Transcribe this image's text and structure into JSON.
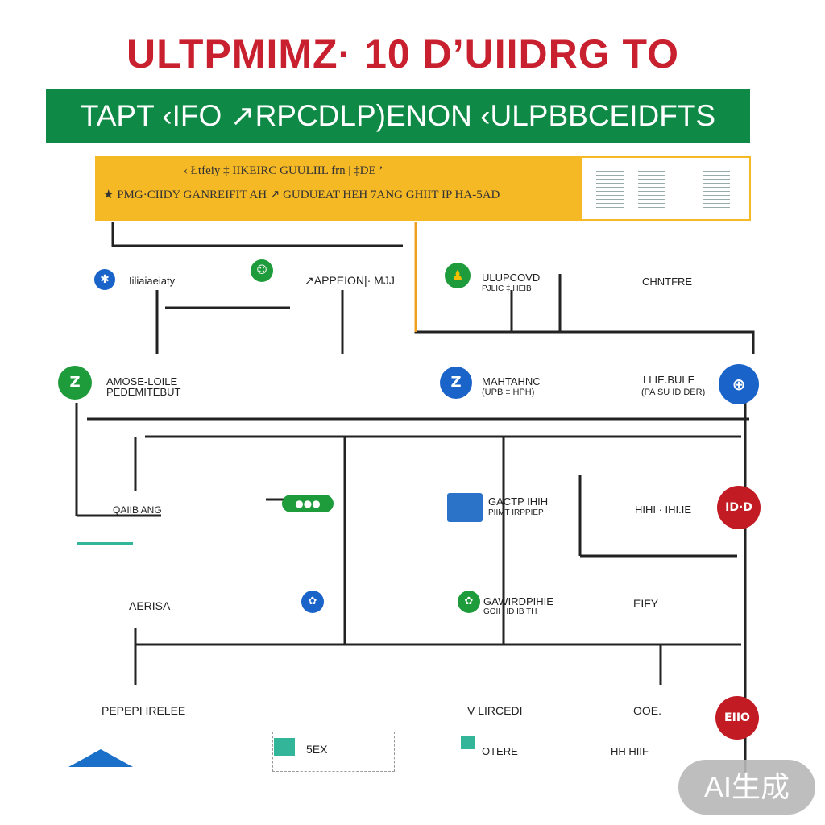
{
  "header": {
    "title": "ULTPMIMZ· 10 D’UIIDRG TO",
    "subtitle": "TAPT ‹IFO ↗RPCDLP)ENON ‹ULPBBCEIDFTS"
  },
  "banner": {
    "line1": "‹ Łtfeiy ‡ IIKEIRC GUULIIL frn | ‡DE ’",
    "line2": "★ PMG·CIIDY GANREIFIT AH ↗ GUDUEAT HEH 7ANG GHIIT IP HA-5AD"
  },
  "nodes": [
    {
      "id": "n1",
      "label": "Iiliaiaeiaty"
    },
    {
      "id": "n2",
      "label": "↗APPEION|· MJJ"
    },
    {
      "id": "n3",
      "label": "ULUPCOVD",
      "sub": "PJLIC ‡ HEIB"
    },
    {
      "id": "n4",
      "label": "CHNTFRE"
    },
    {
      "id": "n5",
      "label": "AMOSE-LOILE",
      "sub": "PEDEMITEBUT"
    },
    {
      "id": "n6",
      "label": "MAHTAHNC",
      "sub": "(UPB ‡ HPH)"
    },
    {
      "id": "n7",
      "label": "LLIE.BULE",
      "sub": "(PA SU ID DER)"
    },
    {
      "id": "n8",
      "label": "QAIIB ANG"
    },
    {
      "id": "n9",
      "label": "GACTP IHIH",
      "sub": "PIIMT IRPPIEP"
    },
    {
      "id": "n10",
      "label": "HIHI · IHI.IE"
    },
    {
      "id": "n11",
      "label": "AERISA"
    },
    {
      "id": "n12",
      "label": "GAWIRDPIHIE",
      "sub": "GOIH ID IB TH"
    },
    {
      "id": "n13",
      "label": "EIFY"
    },
    {
      "id": "n14",
      "label": "PEPEPI IRELEE"
    },
    {
      "id": "n15",
      "label": "V LIRCEDI"
    },
    {
      "id": "n16",
      "label": "OOE."
    },
    {
      "id": "n17",
      "label": "5EX"
    },
    {
      "id": "n18",
      "label": "OTERE"
    },
    {
      "id": "n19",
      "label": "HH HIIF"
    }
  ],
  "badges": {
    "b_left": "Z",
    "b_mid": "Z",
    "b_red1": "ID·D",
    "b_red2": "EIIO"
  },
  "watermark": "AI生成",
  "colors": {
    "title": "#c8202e",
    "band": "#0f8a46",
    "banner": "#f6b926",
    "blue": "#1a63c9",
    "green": "#1e9b3a",
    "red": "#c21b24"
  }
}
